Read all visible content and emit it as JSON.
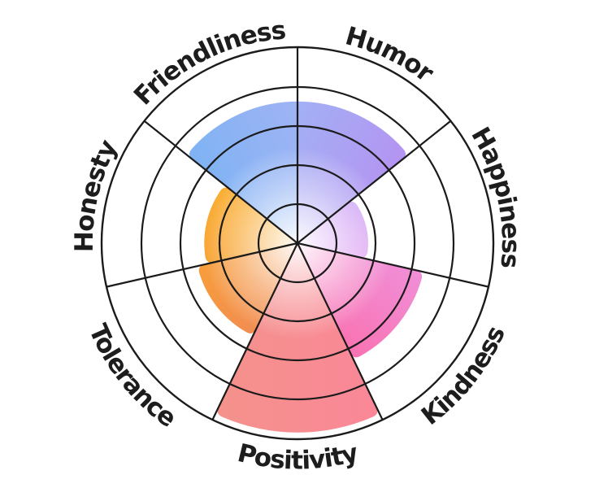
{
  "chart_data": {
    "type": "polar_area",
    "title": "",
    "direction": "clockwise",
    "start_angle_deg": 0,
    "rings": 5,
    "max_value": 5,
    "grid_color": "#1b1b1b",
    "label_color": "#1d1d1d",
    "background": "#ffffff",
    "center_fade_color": "#ffffff",
    "categories": [
      "Humor",
      "Happiness",
      "Kindness",
      "Positivity",
      "Tolerance",
      "Honesty",
      "Friendliness"
    ],
    "values": [
      3.63,
      1.81,
      3.31,
      4.85,
      2.63,
      2.39,
      3.63
    ],
    "sectors": [
      {
        "label": "Humor",
        "value": 3.63,
        "color_start": "#a2b0f4",
        "color_end": "#b494f2"
      },
      {
        "label": "Happiness",
        "value": 1.81,
        "color_start": "#c99ef5",
        "color_end": "#e0a4f2"
      },
      {
        "label": "Kindness",
        "value": 3.31,
        "color_start": "#f08fd8",
        "color_end": "#f973b2"
      },
      {
        "label": "Positivity",
        "value": 4.85,
        "color_start": "#fa8798",
        "color_end": "#f4928b"
      },
      {
        "label": "Tolerance",
        "value": 2.63,
        "color_start": "#f28d52",
        "color_end": "#f79d3a"
      },
      {
        "label": "Honesty",
        "value": 2.39,
        "color_start": "#f8a02e",
        "color_end": "#f9ab28"
      },
      {
        "label": "Friendliness",
        "value": 3.63,
        "color_start": "#7fb3f4",
        "color_end": "#9fb3f4"
      }
    ]
  }
}
